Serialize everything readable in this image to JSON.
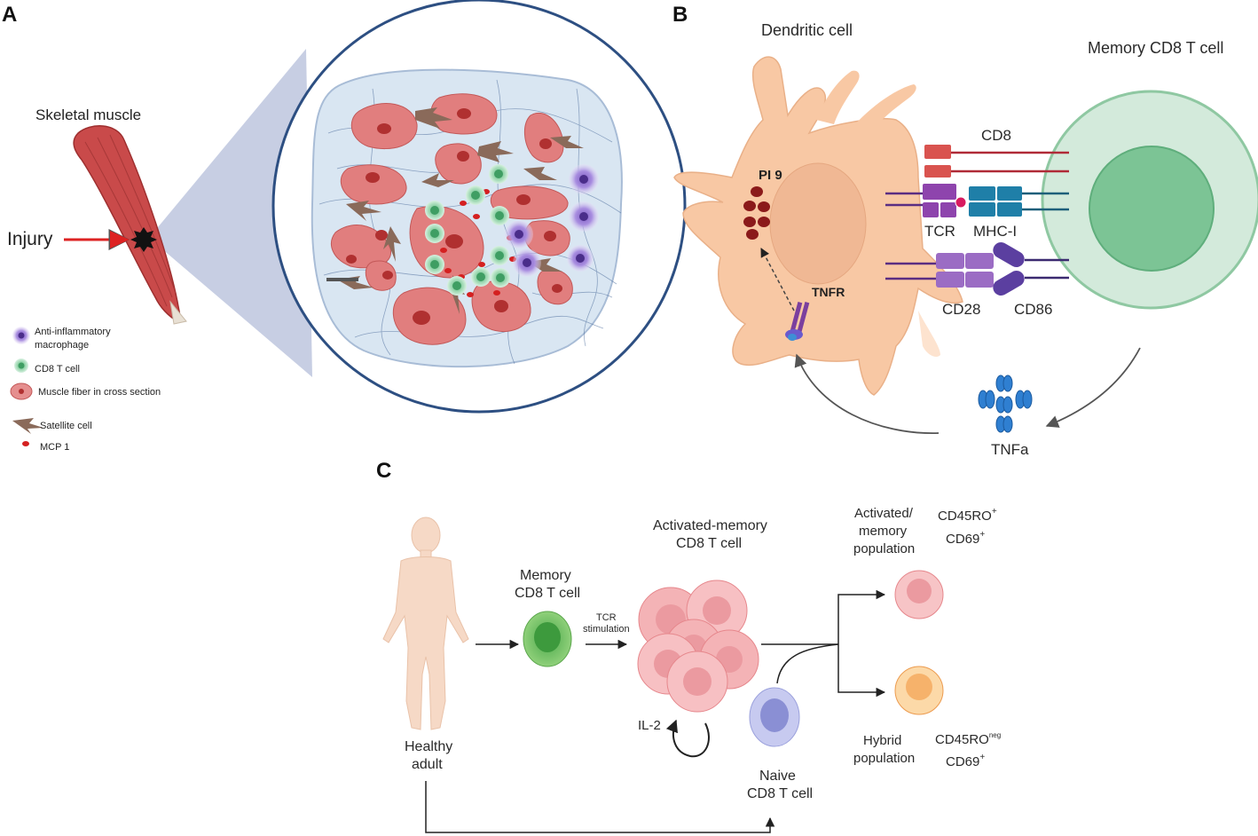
{
  "panels": {
    "a": {
      "letter": "A",
      "muscle_label": "Skeletal muscle",
      "injury_label": "Injury",
      "legend": [
        {
          "label": "Anti-inflammatory",
          "label2": "macrophage",
          "icon": "macrophage-icon",
          "color": "#9b7fd1"
        },
        {
          "label": "CD8 T cell",
          "icon": "t-cell-icon",
          "color": "#7cc79a"
        },
        {
          "label": "Muscle fiber in cross section",
          "icon": "muscle-fiber-icon",
          "color": "#e07a7a"
        },
        {
          "label": "Satellite cell",
          "icon": "satellite-cell-icon",
          "color": "#8a6a5a"
        },
        {
          "label": "MCP 1",
          "icon": "mcp1-icon",
          "color": "#d42020"
        }
      ]
    },
    "b": {
      "letter": "B",
      "dendritic": "Dendritic cell",
      "memory": "Memory CD8 T cell",
      "cd8": "CD8",
      "pi9": "PI 9",
      "tcr": "TCR",
      "mhc": "MHC-I",
      "tnfr": "TNFR",
      "cd28": "CD28",
      "cd86": "CD86",
      "tnfa": "TNFa"
    },
    "c": {
      "letter": "C",
      "healthy_1": "Healthy",
      "healthy_2": "adult",
      "memory_1": "Memory",
      "memory_2": "CD8 T cell",
      "tcr_1": "TCR",
      "tcr_2": "stimulation",
      "activated_1": "Activated-memory",
      "activated_2": "CD8 T cell",
      "il2": "IL-2",
      "naive_1": "Naive",
      "naive_2": "CD8 T cell",
      "act_pop_1": "Activated/",
      "act_pop_2": "memory",
      "act_pop_3": "population",
      "hyb_pop_1": "Hybrid",
      "hyb_pop_2": "population",
      "marker1_a": "CD45RO",
      "marker1_a_sup": "+",
      "marker1_b": "CD69",
      "marker1_b_sup": "+",
      "marker2_a": "CD45RO",
      "marker2_a_sup": "neg",
      "marker2_b": "CD69",
      "marker2_b_sup": "+"
    }
  }
}
